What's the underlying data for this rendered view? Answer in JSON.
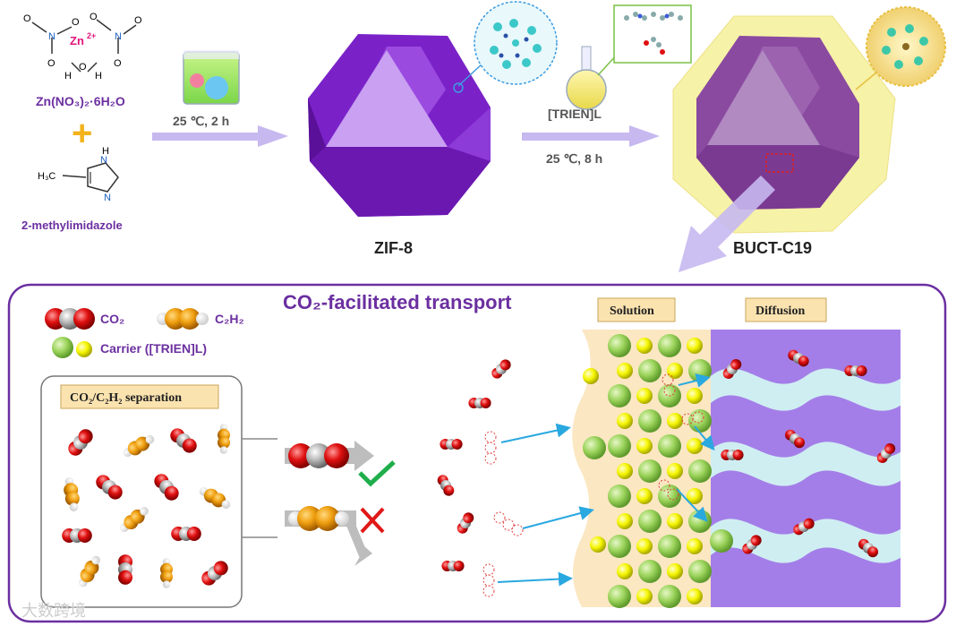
{
  "reagents": {
    "zn_salt_label": "Zn(NO₃)₂·6H₂O",
    "zn_ion": "Zn",
    "zn_charge": "2+",
    "ligand_label": "2-methylimidazole",
    "ligand_methyl": "H₃C",
    "ligand_nh": "H",
    "ligand_n_top": "N",
    "ligand_n_bottom": "N",
    "nitrate_n": "N",
    "nitrate_o": "O",
    "water_o": "O",
    "water_h": "H",
    "plus": "+"
  },
  "step1": {
    "conditions": "25 ℃, 2 h"
  },
  "step2": {
    "reagent": "[TRIEN]L",
    "conditions": "25 ℃, 8 h"
  },
  "products": {
    "zif8": "ZIF-8",
    "buct": "BUCT-C19"
  },
  "panel": {
    "title": "CO₂-facilitated transport",
    "legend": [
      {
        "label": "CO₂"
      },
      {
        "label": "C₂H₂"
      },
      {
        "label": "Carrier  ([TRIEN]L)"
      }
    ],
    "separation_title": "CO₂/C₂H₂ separation",
    "solution_tag": "Solution",
    "diffusion_tag": "Diffusion"
  },
  "watermark": "大数跨境",
  "colors": {
    "purple_text": "#6b2fa0",
    "crystal": "#8a2be2",
    "shell": "#f3ee8a",
    "arrow": "#c7b8f0",
    "co2_o": "#e01010",
    "co2_c": "#b9b9b9",
    "c2h2": "#f0a010",
    "carrier_green": "#9ad35a",
    "carrier_yellow": "#f5f500",
    "membrane": "#a47ee8",
    "channel": "#cfeef2",
    "solution": "#fbe7c2"
  }
}
